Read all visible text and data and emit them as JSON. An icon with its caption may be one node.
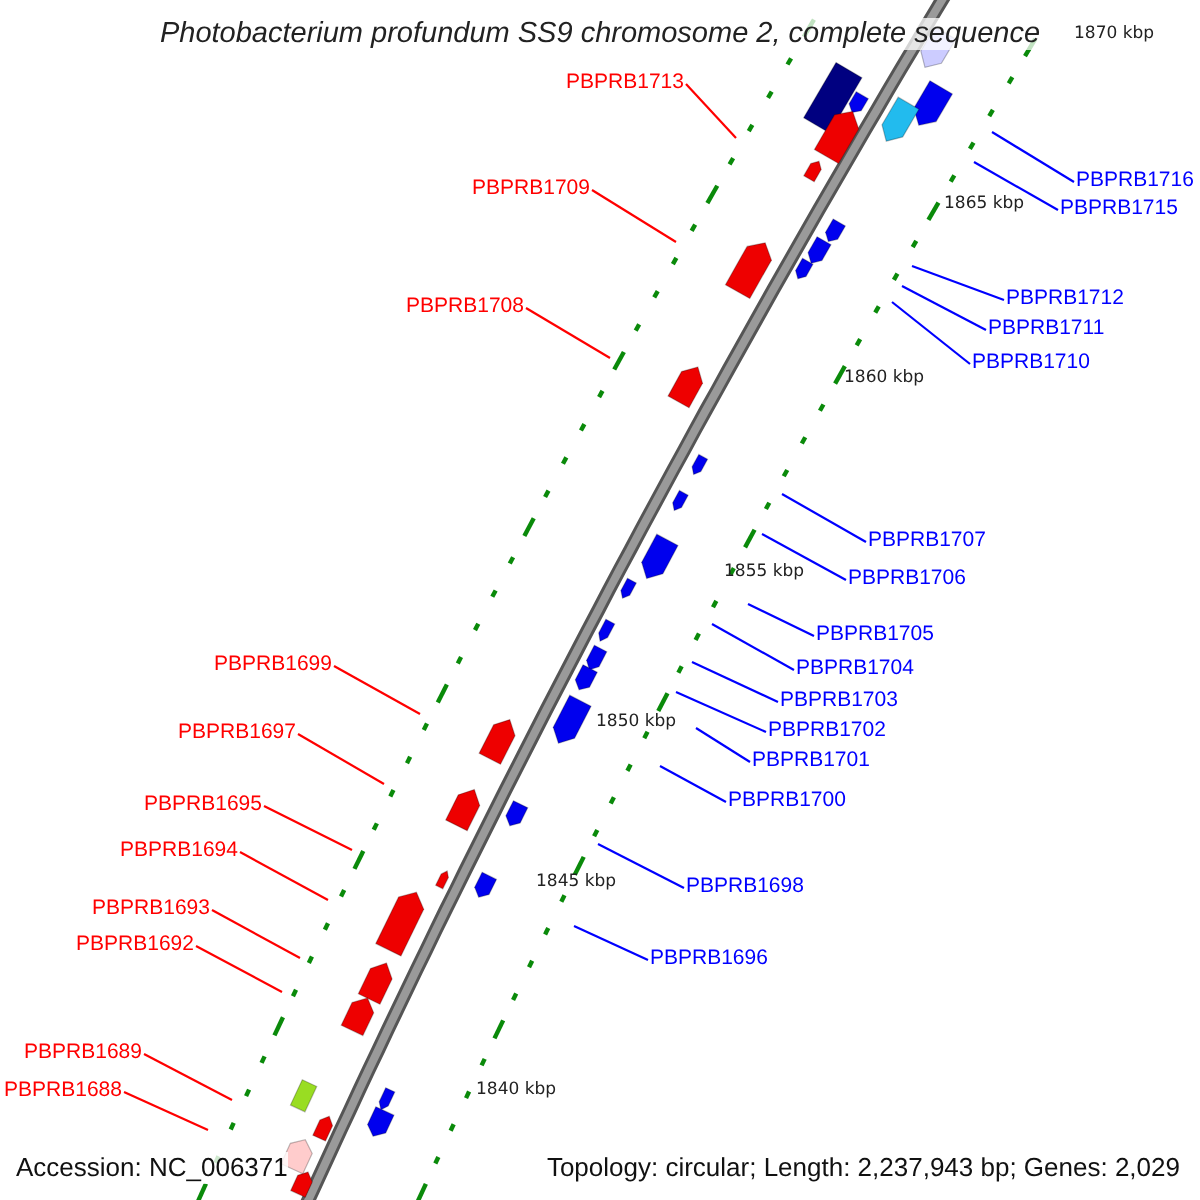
{
  "diagram": {
    "title": "Photobacterium profundum SS9 chromosome 2, complete sequence",
    "nodes": [
      {
        "text": [
          "PBPRB1713"
        ]
      },
      {
        "text": [
          "PBPRB1716"
        ]
      },
      {
        "text": [
          "PBPRB1709"
        ]
      },
      {
        "text": [
          "PBPRB1715"
        ]
      },
      {
        "text": [
          "PBPRB1712"
        ]
      },
      {
        "text": [
          "PBPRB1708"
        ]
      },
      {
        "text": [
          "PBPRB1711"
        ]
      },
      {
        "text": [
          "PBPRB1710"
        ]
      },
      {
        "text": [
          "PBPRB1707"
        ]
      },
      {
        "text": [
          "PBPRB1706"
        ]
      },
      {
        "text": [
          "PBPRB1705"
        ]
      },
      {
        "text": [
          "PBPRB1699"
        ]
      },
      {
        "text": [
          "PBPRB1704"
        ]
      },
      {
        "text": [
          "PBPRB1703"
        ]
      },
      {
        "text": [
          "PBPRB1702"
        ]
      },
      {
        "text": [
          "PBPRB1697"
        ]
      },
      {
        "text": [
          "PBPRB1701"
        ]
      },
      {
        "text": [
          "PBPRB1700"
        ]
      },
      {
        "text": [
          "PBPRB1695"
        ]
      },
      {
        "text": [
          "PBPRB1694"
        ]
      },
      {
        "text": [
          "PBPRB1698"
        ]
      },
      {
        "text": [
          "PBPRB1693"
        ]
      },
      {
        "text": [
          "PBPRB1692"
        ]
      },
      {
        "text": [
          "PBPRB1696"
        ]
      },
      {
        "text": [
          "PBPRB1689"
        ]
      },
      {
        "text": [
          "PBPRB1688"
        ]
      }
    ],
    "edges": [
      {
        "from": 0,
        "to": null,
        "arrow": "none",
        "color": "#ff0000"
      },
      {
        "from": 1,
        "to": null,
        "arrow": "none"
      },
      {
        "from": 2,
        "to": null,
        "arrow": "none",
        "color": "#ff0000"
      },
      {
        "from": 3,
        "to": null,
        "arrow": "none"
      },
      {
        "from": 4,
        "to": null,
        "arrow": "none"
      },
      {
        "from": 5,
        "to": null,
        "arrow": "none",
        "color": "#ff0000"
      },
      {
        "from": 6,
        "to": null,
        "arrow": "none"
      },
      {
        "from": 7,
        "to": null,
        "arrow": "none"
      },
      {
        "from": 8,
        "to": null,
        "arrow": "none"
      },
      {
        "from": 9,
        "to": null,
        "arrow": "none"
      },
      {
        "from": 10,
        "to": null,
        "arrow": "none"
      },
      {
        "from": 11,
        "to": null,
        "arrow": "none",
        "color": "#ff0000"
      },
      {
        "from": 12,
        "to": null,
        "arrow": "none"
      },
      {
        "from": 13,
        "to": null,
        "arrow": "none"
      },
      {
        "from": 14,
        "to": null,
        "arrow": "none"
      },
      {
        "from": 15,
        "to": null,
        "arrow": "none",
        "color": "#ff0000"
      },
      {
        "from": 16,
        "to": null,
        "arrow": "none"
      },
      {
        "from": 17,
        "to": null,
        "arrow": "none"
      },
      {
        "from": 18,
        "to": null,
        "arrow": "none",
        "color": "#ff0000"
      },
      {
        "from": 19,
        "to": null,
        "arrow": "none",
        "color": "#ff0000"
      },
      {
        "from": 20,
        "to": null,
        "arrow": "none"
      },
      {
        "from": 21,
        "to": null,
        "arrow": "none",
        "color": "#ff0000"
      },
      {
        "from": 22,
        "to": null,
        "arrow": "none",
        "color": "#ff0000"
      },
      {
        "from": 23,
        "to": null,
        "arrow": "none"
      },
      {
        "from": 24,
        "to": null,
        "arrow": "none",
        "color": "#ff0000"
      },
      {
        "from": 25,
        "to": null,
        "arrow": "none",
        "color": "#ff0000"
      }
    ],
    "labels": [
      "1870 kbp",
      "1865 kbp",
      "1860 kbp",
      "1855 kbp",
      "1850 kbp",
      "1845 kbp",
      "1840 kbp",
      "Accession: NC_006371",
      "Topology: circular; Length: 2,237,943 bp; Genes: 2,029"
    ]
  }
}
